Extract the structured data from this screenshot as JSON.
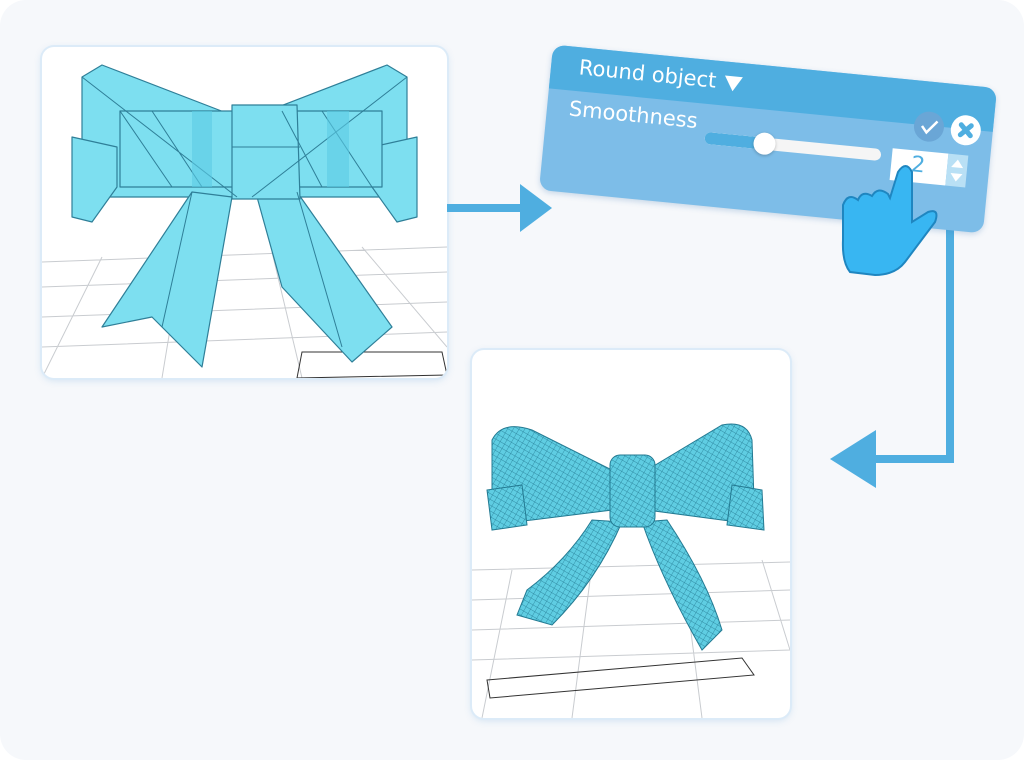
{
  "panel": {
    "title": "Round object",
    "dropdown_icon": "caret-down-icon",
    "confirm_icon": "check-icon",
    "cancel_icon": "close-icon",
    "smoothness_label": "Smoothness",
    "smoothness_value": "2",
    "slider_fraction": 0.34
  },
  "colors": {
    "accent": "#4faee0",
    "panel_body": "#7dbde8",
    "bow": "#7ddff0",
    "bow_edge": "#2f7f98",
    "arrow": "#4faee0",
    "hand": "#38b6f2"
  },
  "cards": {
    "before": "faceted-bow-model",
    "after": "smoothed-bow-model"
  }
}
